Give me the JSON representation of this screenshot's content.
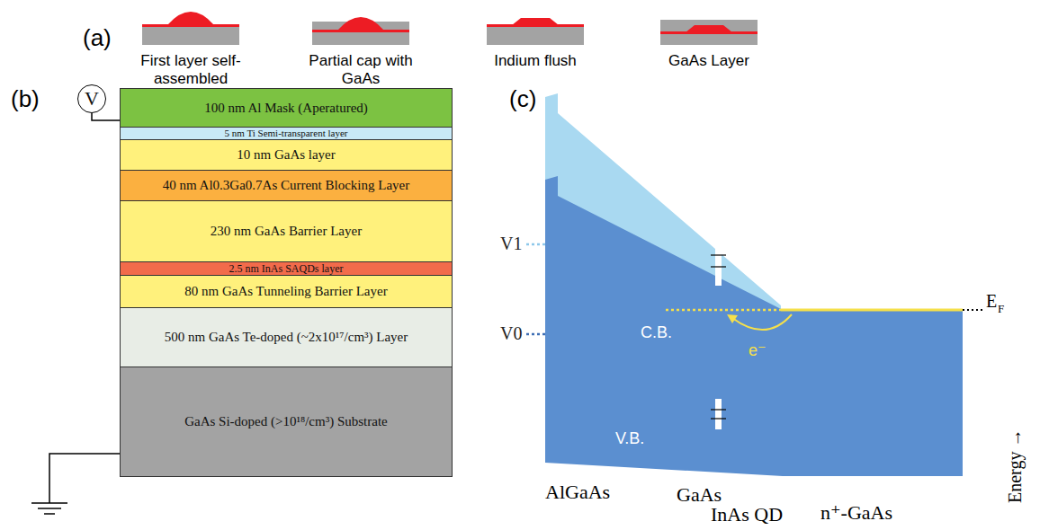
{
  "diagram": {
    "nodes": [
      {
        "text": [
          "V"
        ]
      },
      {
        "text": [
          "100 nm  Al Mask (Aperatured)"
        ]
      },
      {
        "text": [
          "5 nm Ti Semi-transparent layer"
        ]
      },
      {
        "text": [
          "10 nm GaAs layer"
        ]
      },
      {
        "text": [
          "40 nm Al0.3Ga0.7As Current Blocking Layer"
        ]
      },
      {
        "text": [
          "230 nm GaAs Barrier Layer"
        ]
      },
      {
        "text": [
          "2.5 nm InAs SAQDs layer"
        ]
      },
      {
        "text": [
          "80 nm GaAs Tunneling Barrier Layer"
        ]
      },
      {
        "text": [
          "500 nm GaAs Te-doped (~2x10¹⁷/cm³) Layer"
        ]
      },
      {
        "text": [
          "GaAs Si-doped (>10¹⁸/cm³) Substrate"
        ]
      }
    ],
    "edges": [
      {
        "from": 0,
        "to": 1,
        "arrow": "none"
      }
    ],
    "labels": [
      "(a)",
      "First layer self-assembled",
      "Partial cap with GaAs",
      "Indium flush",
      "GaAs Layer",
      "(b)",
      "(c)",
      "V1",
      "V0",
      "C.B.",
      "V.B.",
      "E",
      "F",
      "e⁻",
      "Energy →",
      "AlGaAs",
      "GaAs",
      "InAs QD",
      "n⁺-GaAs"
    ]
  }
}
